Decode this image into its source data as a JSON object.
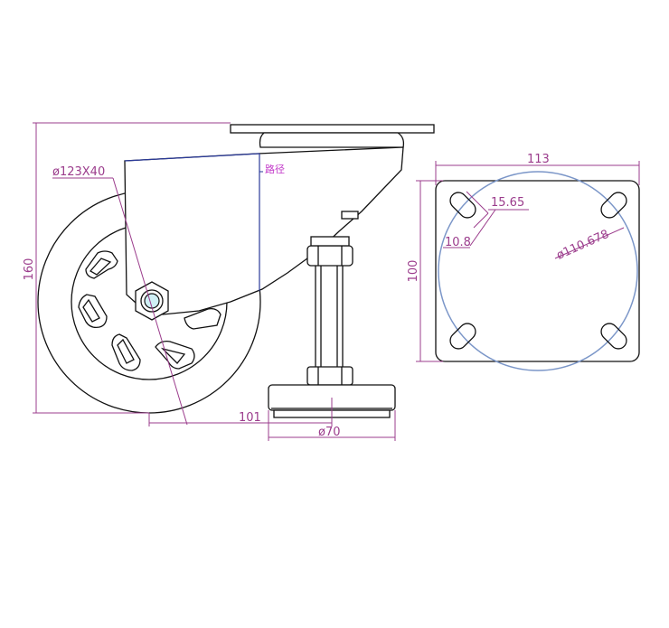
{
  "dimensions": {
    "height_total": "160",
    "wheel_diameter_width": "ø123X40",
    "offset": "101",
    "pad_diameter": "ø70",
    "plate_width": "113",
    "plate_height": "100",
    "slot_length": "15.65",
    "slot_width": "10.8",
    "bolt_circle": "ø110.678"
  },
  "annotation": {
    "path_label": "路径"
  },
  "colors": {
    "dimension": "#9b3c8c",
    "outline": "#111111",
    "blue_line": "#2a3a9a",
    "bolt_circle": "#7b96c8",
    "annotation": "#c23ac9"
  }
}
